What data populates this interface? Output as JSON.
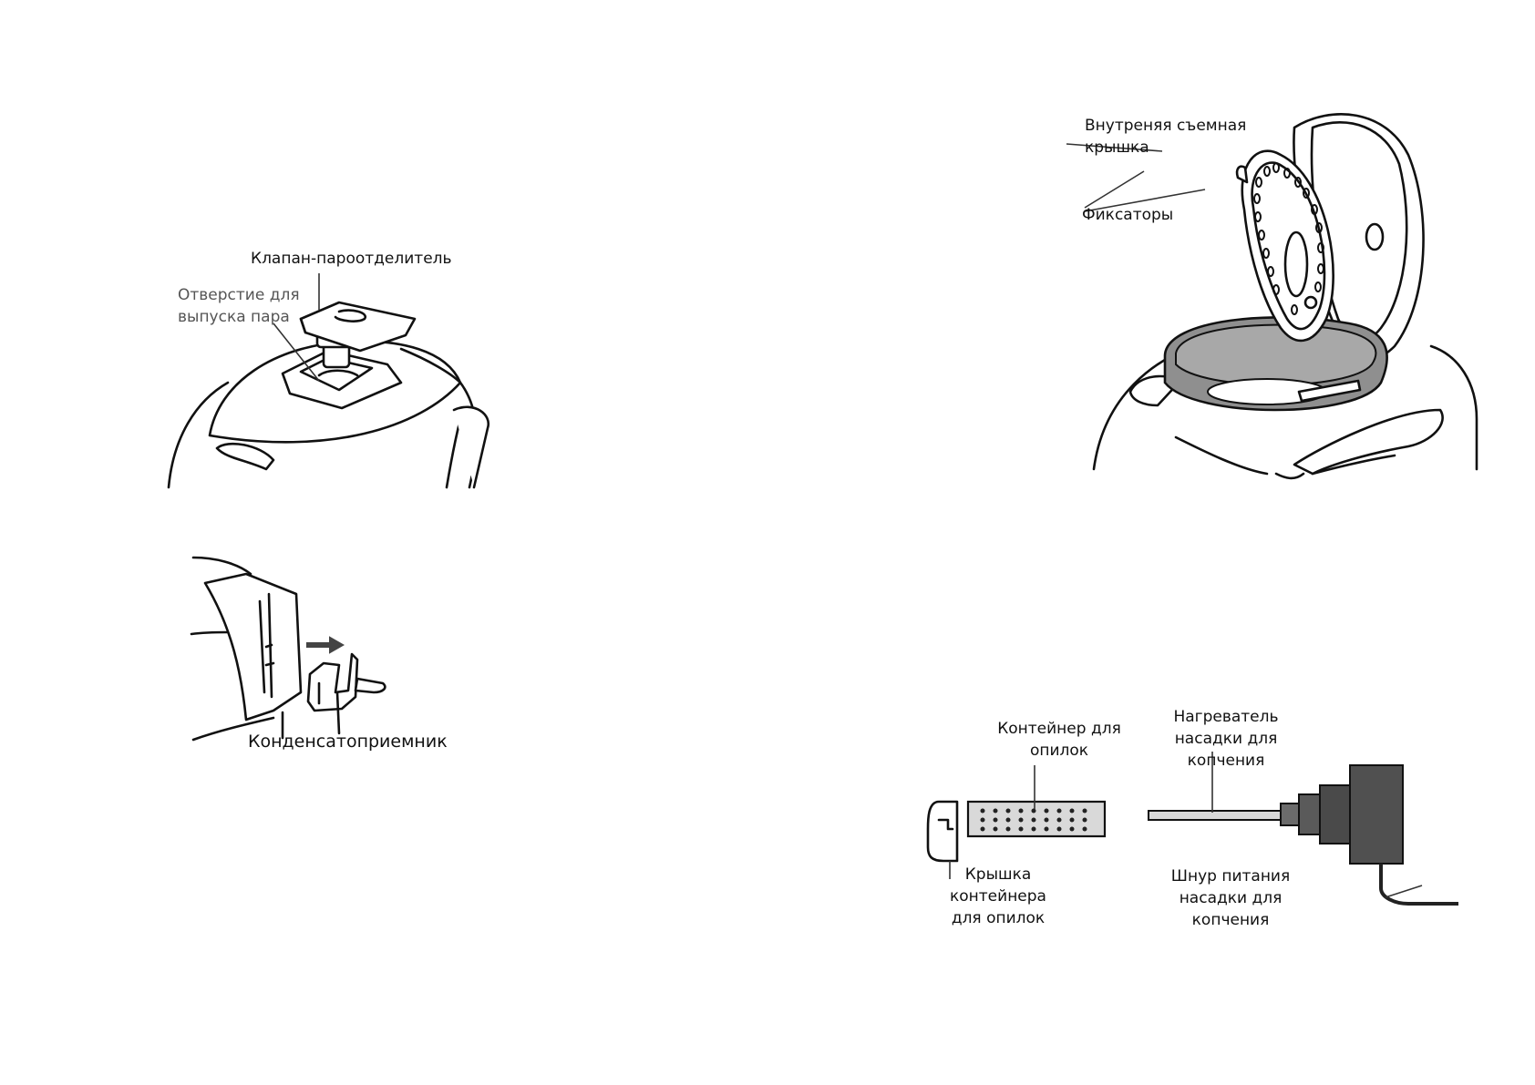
{
  "labels": {
    "valve": "Клапан-пароотделитель",
    "steam_hole": "Отверстие для\nвыпуска пара",
    "condensate": "Конденсатоприемник",
    "inner_lid": "Внутреняя съемная\nкрышка",
    "latches": "Фиксаторы",
    "container": "Контейнер для\nопилок",
    "heater": "Нагреватель\nнасадки для копчения",
    "container_cap": "Крышка контейнера\nдля опилок",
    "power_cord": "Шнур питания\nнасадки для копчения"
  },
  "colors": {
    "line": "#111111",
    "bowl_gray": "#8f8f8f",
    "heater_dark": "#4a4a4a",
    "container_fill": "#d9d9d9",
    "arrow": "#444444"
  }
}
